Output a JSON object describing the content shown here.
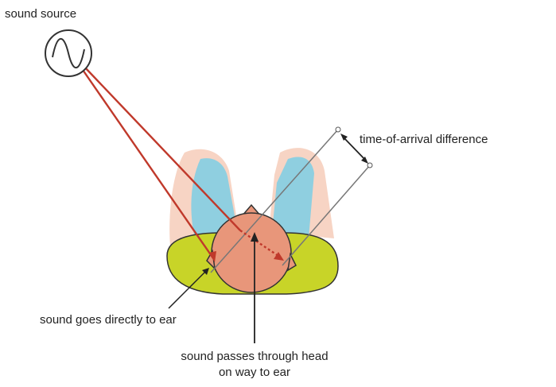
{
  "labels": {
    "source": "sound source",
    "time_diff": "time-of-arrival difference",
    "direct": "sound goes directly to ear",
    "through_line1": "sound passes through head",
    "through_line2": "on way to ear"
  },
  "icons": {
    "source": "sine-wave-source-icon",
    "head": "head-top-view",
    "ear": "ear"
  },
  "colors": {
    "ray": "#c0392b",
    "head": "#e8967a",
    "shoulders": "#c8d428",
    "arm_skin": "#f7d4c4",
    "arm_shirt": "#8fcfe0",
    "outline": "#333333"
  }
}
